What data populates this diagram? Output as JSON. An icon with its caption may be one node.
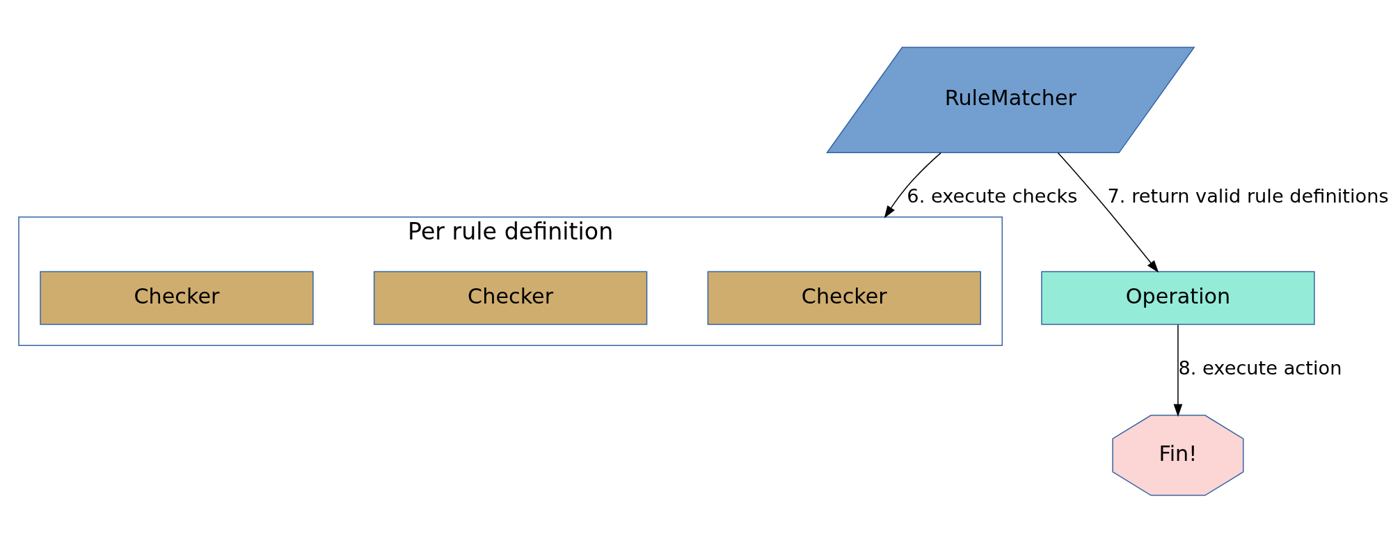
{
  "diagram": {
    "nodes": [
      {
        "text": [
          "RuleMatcher"
        ]
      },
      {
        "text": [
          "Per rule definition"
        ]
      },
      {
        "text": [
          "Checker"
        ],
        "in": 1
      },
      {
        "text": [
          "Checker"
        ],
        "in": 1
      },
      {
        "text": [
          "Checker"
        ],
        "in": 1
      },
      {
        "text": [
          "Operation"
        ]
      },
      {
        "text": [
          "Fin!"
        ]
      }
    ],
    "edges": [
      {
        "from": 0,
        "to": 1,
        "arrow": "to",
        "label": "6. execute checks"
      },
      {
        "from": 0,
        "to": 5,
        "arrow": "to",
        "label": "7. return valid rule definitions"
      },
      {
        "from": 5,
        "to": 6,
        "arrow": "to",
        "label": "8. execute action"
      }
    ]
  }
}
